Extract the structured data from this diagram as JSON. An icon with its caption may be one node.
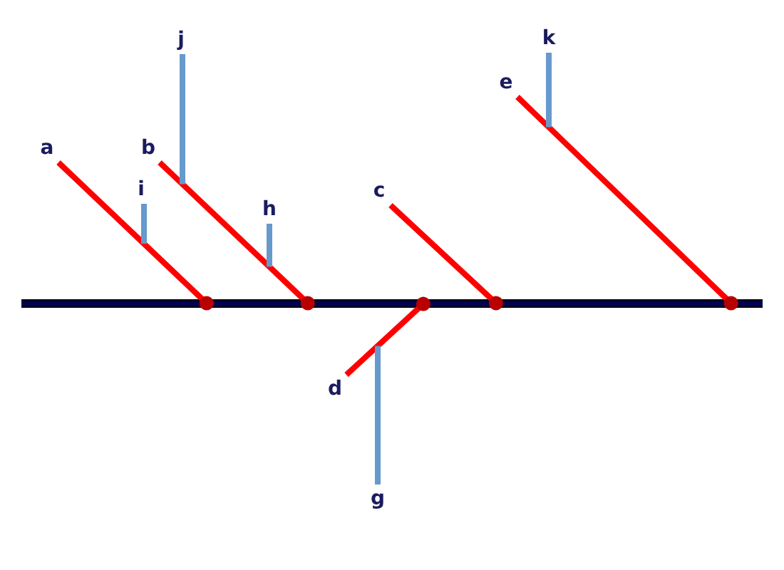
{
  "diagram": {
    "nodes": [
      {
        "text": [
          "j"
        ]
      },
      {
        "text": [
          "k"
        ]
      },
      {
        "text": [
          "e"
        ]
      },
      {
        "text": [
          "a"
        ]
      },
      {
        "text": [
          "b"
        ]
      },
      {
        "text": [
          "i"
        ]
      },
      {
        "text": [
          "c"
        ]
      },
      {
        "text": [
          "h"
        ]
      },
      {
        "text": [],
        "shape": "bar"
      },
      {
        "text": [
          "d"
        ]
      },
      {
        "text": [
          "g"
        ]
      }
    ],
    "edges": [
      {
        "from": 3,
        "to": 8,
        "arrow": "other",
        "color": "#ff0000"
      },
      {
        "from": 4,
        "to": 8,
        "arrow": "other",
        "color": "#ff0000"
      },
      {
        "from": 6,
        "to": 8,
        "arrow": "other",
        "color": "#ff0000"
      },
      {
        "from": 9,
        "to": 8,
        "arrow": "other",
        "color": "#ff0000"
      },
      {
        "from": 2,
        "to": 8,
        "arrow": "other",
        "color": "#ff0000"
      },
      {
        "from": 0,
        "to": null,
        "arrow": "none",
        "color": "#6699cc"
      },
      {
        "from": 1,
        "to": null,
        "arrow": "none",
        "color": "#6699cc"
      },
      {
        "from": 5,
        "to": null,
        "arrow": "none",
        "color": "#6699cc"
      },
      {
        "from": 7,
        "to": null,
        "arrow": "none",
        "color": "#6699cc"
      },
      {
        "from": 10,
        "to": null,
        "arrow": "none",
        "color": "#6699cc"
      }
    ]
  }
}
